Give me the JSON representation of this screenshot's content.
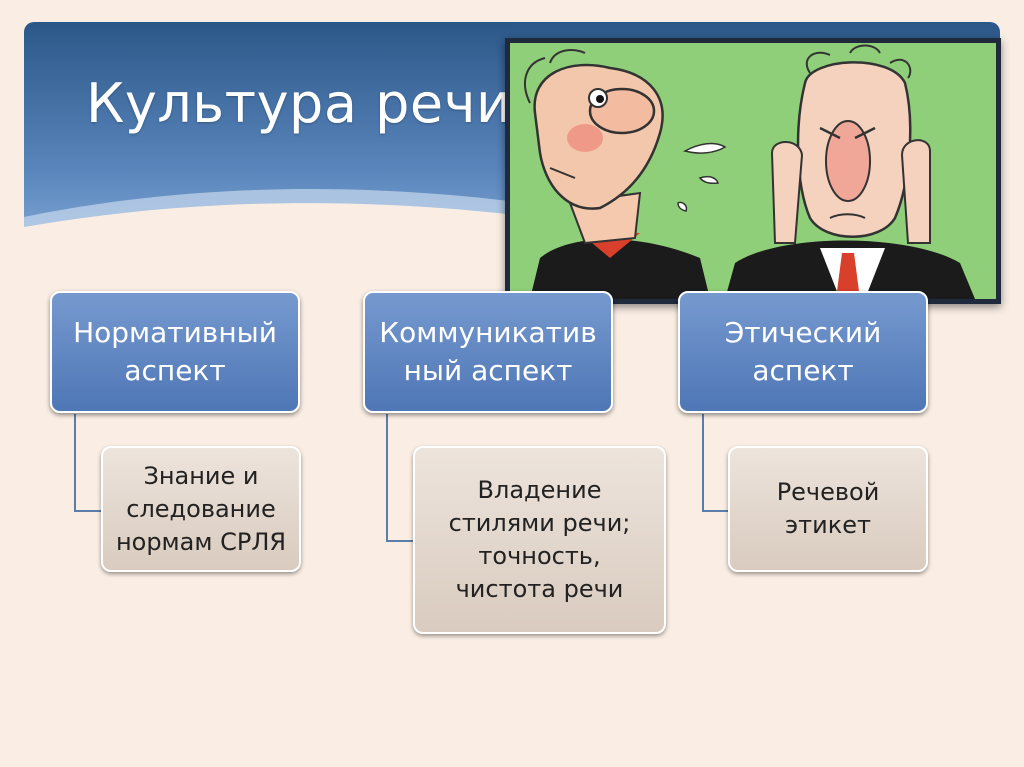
{
  "slide": {
    "title": "Культура речи",
    "illustration": "cartoon-two-men-shouting-and-covering-ears",
    "colors": {
      "background": "#faeee4",
      "header_dark": "#2e5c8c",
      "aspect_blue": "#5c82bf",
      "detail_beige": "#e3d7cc",
      "cartoon_green": "#8fcf79"
    }
  },
  "aspects": [
    {
      "label": "Нормативный\nаспект",
      "detail": "Знание и\nследование\nнормам СРЛЯ"
    },
    {
      "label": "Коммуникатив\nный аспект",
      "detail": "Владение\nстилями речи;\nточность,\nчистота речи"
    },
    {
      "label": "Этический\nаспект",
      "detail": "Речевой\nэтикет"
    }
  ]
}
